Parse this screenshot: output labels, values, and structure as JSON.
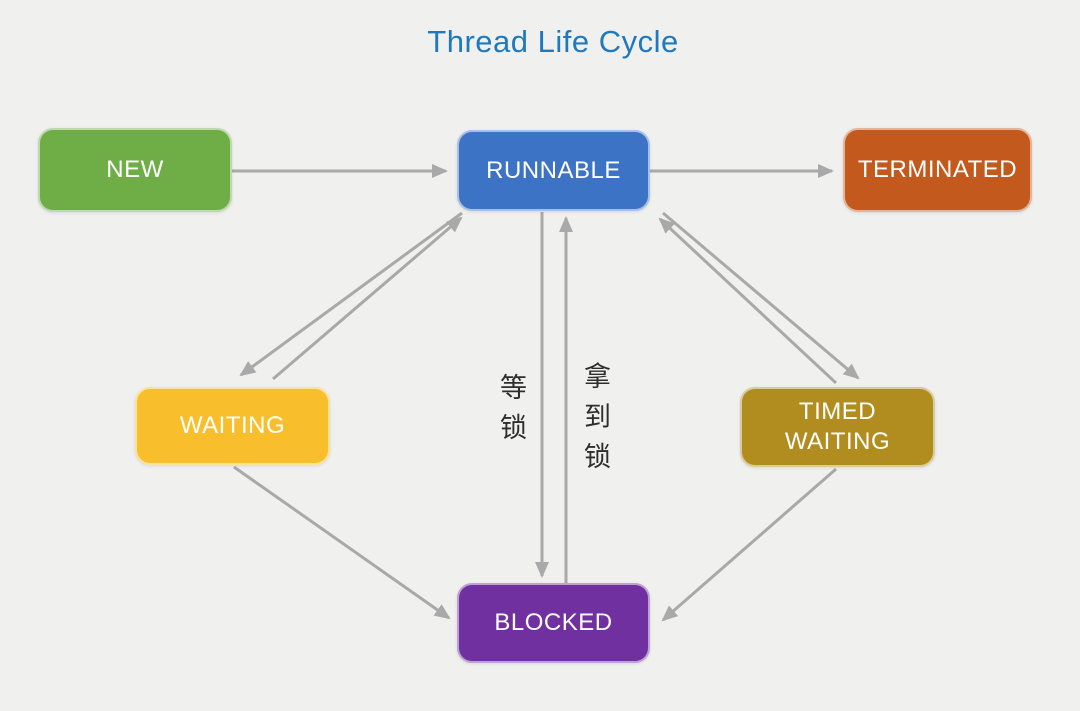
{
  "title": "Thread Life Cycle",
  "colors": {
    "background": "#F0F0EF",
    "title": "#1E79BE",
    "arrow": "#A9A9A9",
    "new": "#6FAD47",
    "runnable": "#3D73C5",
    "terminated": "#C3591C",
    "waiting": "#F8BE2C",
    "timed_waiting": "#B18C1F",
    "blocked": "#7030A0"
  },
  "nodes": [
    {
      "id": "new",
      "label": "NEW"
    },
    {
      "id": "runnable",
      "label": "RUNNABLE"
    },
    {
      "id": "terminated",
      "label": "TERMINATED"
    },
    {
      "id": "waiting",
      "label": "WAITING"
    },
    {
      "id": "timed_waiting",
      "label": "TIMED WAITING"
    },
    {
      "id": "blocked",
      "label": "BLOCKED"
    }
  ],
  "edges": [
    {
      "from": "NEW",
      "to": "RUNNABLE",
      "label": ""
    },
    {
      "from": "RUNNABLE",
      "to": "TERMINATED",
      "label": ""
    },
    {
      "from": "RUNNABLE",
      "to": "WAITING",
      "label": ""
    },
    {
      "from": "WAITING",
      "to": "RUNNABLE",
      "label": ""
    },
    {
      "from": "RUNNABLE",
      "to": "TIMED WAITING",
      "label": ""
    },
    {
      "from": "TIMED WAITING",
      "to": "RUNNABLE",
      "label": ""
    },
    {
      "from": "RUNNABLE",
      "to": "BLOCKED",
      "label": "等锁"
    },
    {
      "from": "BLOCKED",
      "to": "RUNNABLE",
      "label": "拿到锁"
    },
    {
      "from": "WAITING",
      "to": "BLOCKED",
      "label": ""
    },
    {
      "from": "TIMED WAITING",
      "to": "BLOCKED",
      "label": ""
    }
  ]
}
